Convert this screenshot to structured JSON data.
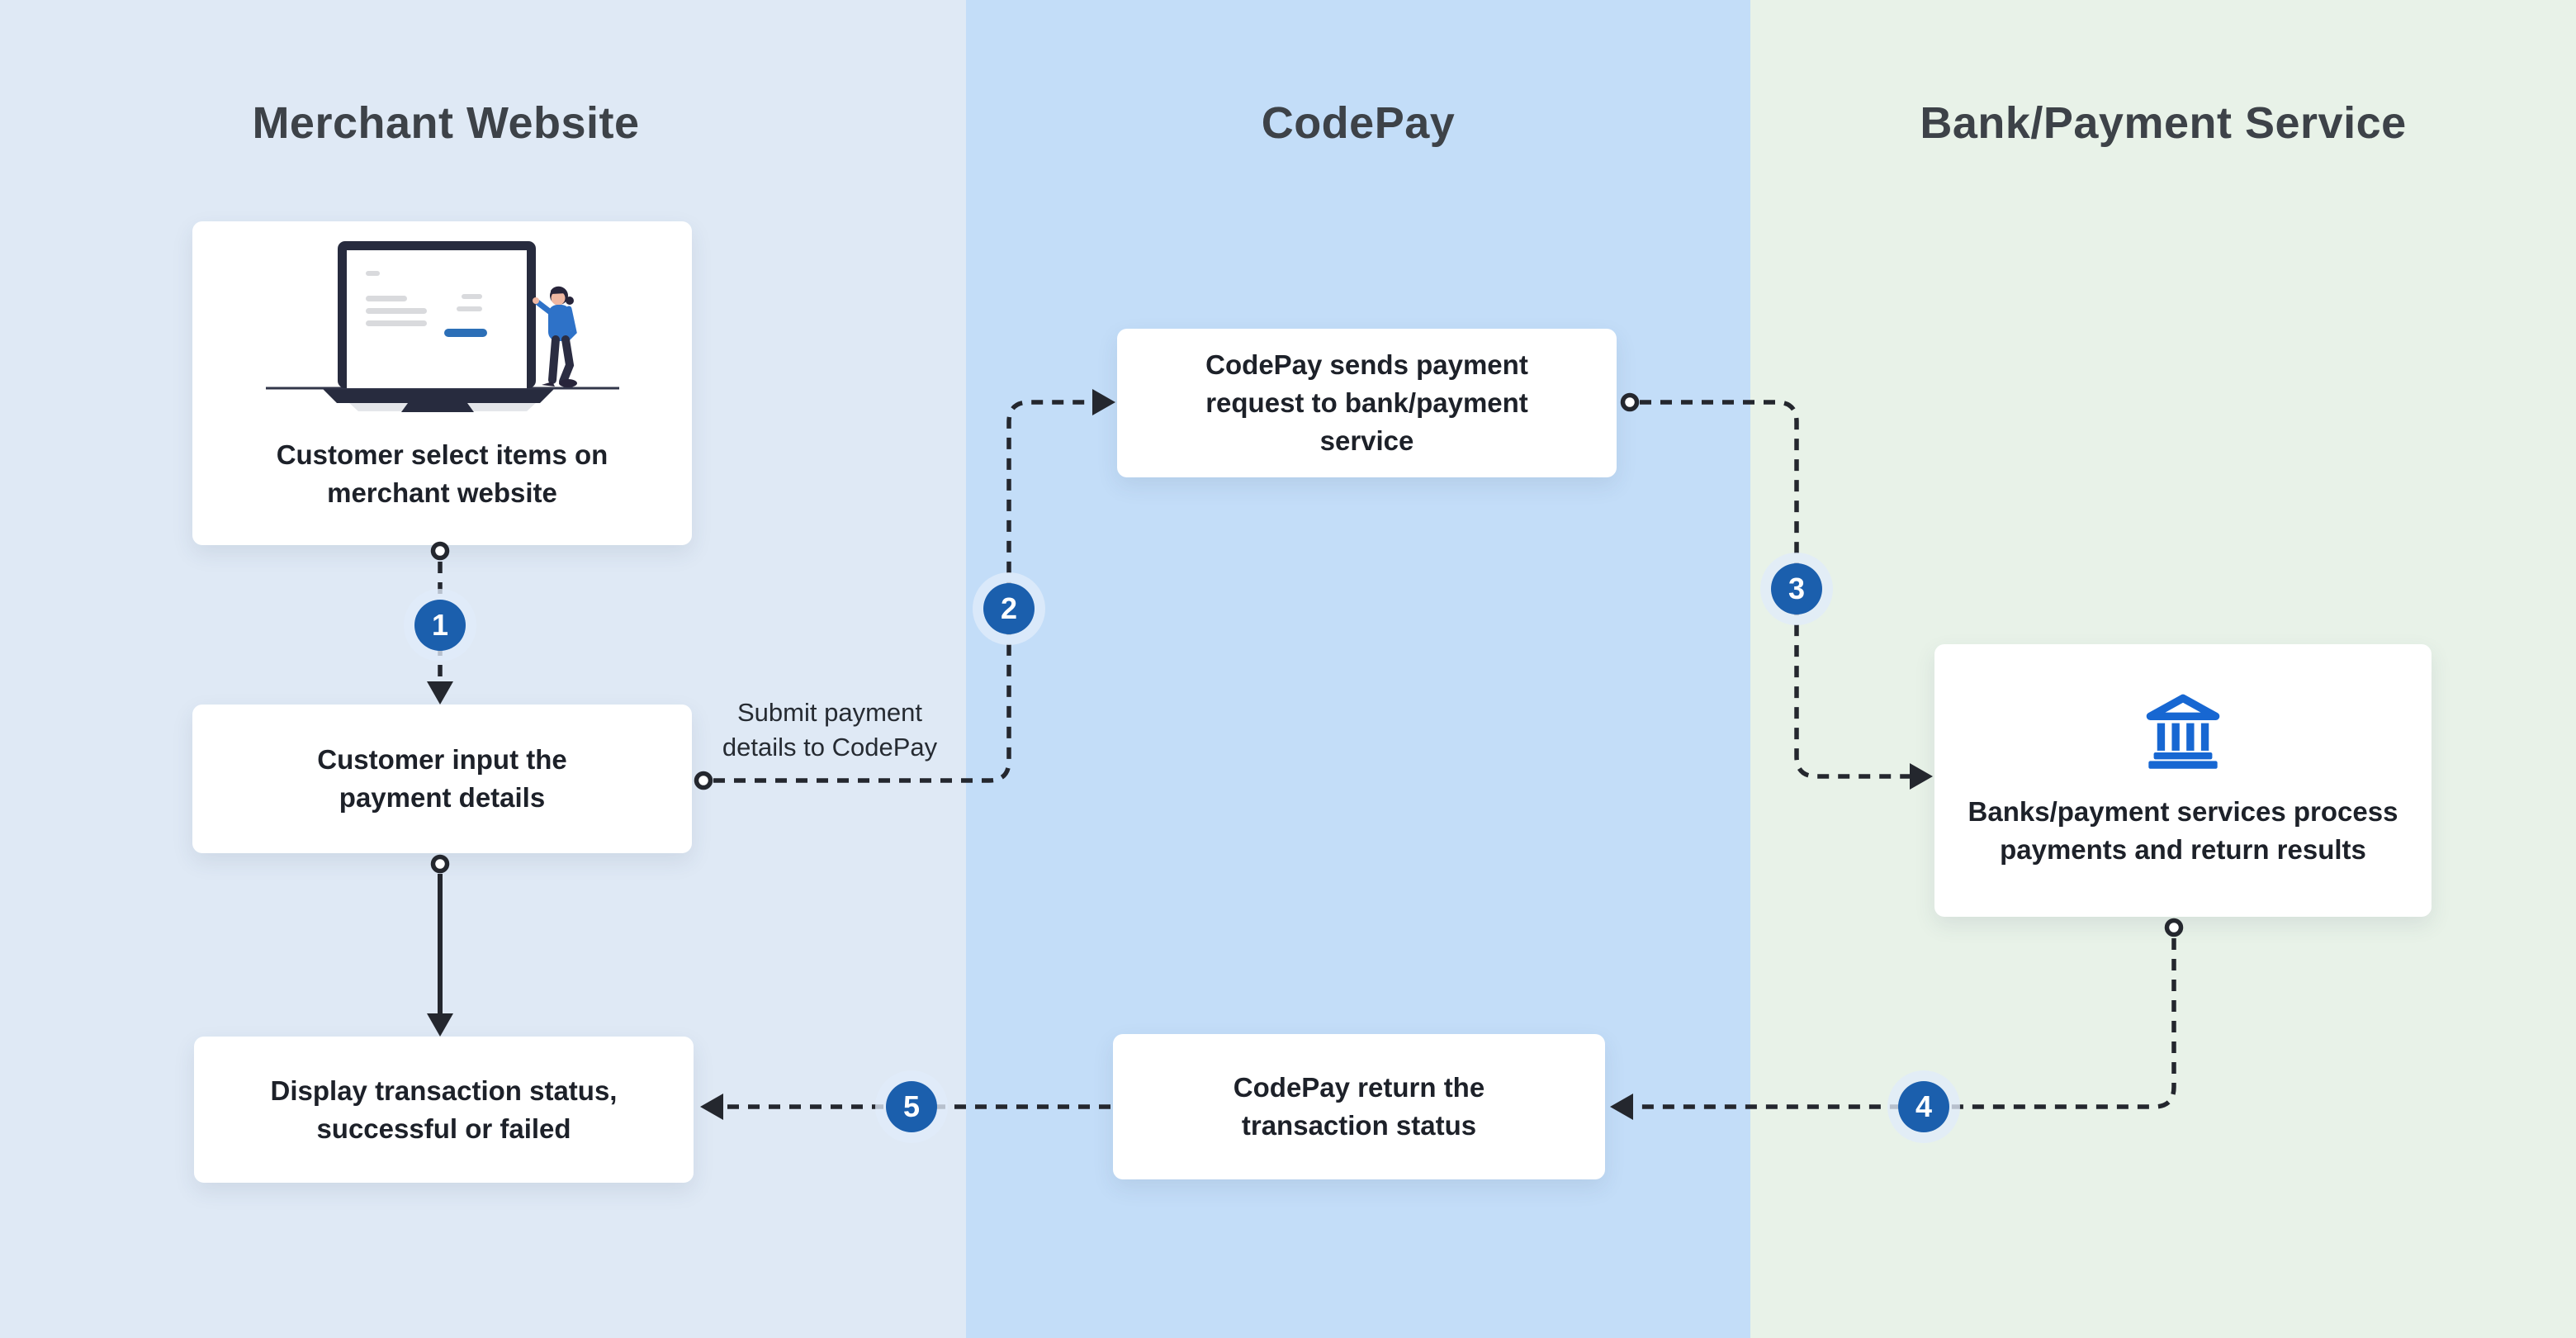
{
  "lanes": [
    {
      "title": "Merchant Website",
      "bg": "#dfe9f5"
    },
    {
      "title": "CodePay",
      "bg": "#c3ddf8"
    },
    {
      "title": "Bank/Payment Service",
      "bg": "#e8f2e8"
    }
  ],
  "nodes": {
    "select": {
      "label": "Customer select items on merchant website",
      "icon": "laptop-shopper-illustration"
    },
    "input": {
      "label": "Customer input the payment details"
    },
    "send": {
      "label": "CodePay sends payment request to bank/payment service"
    },
    "bank": {
      "label": "Banks/payment services process payments and return results",
      "icon": "bank-icon"
    },
    "return": {
      "label": "CodePay return the transaction status"
    },
    "display": {
      "label": "Display transaction status, successful or failed"
    }
  },
  "edges": {
    "submit_label": "Submit payment details to CodePay",
    "steps": [
      "1",
      "2",
      "3",
      "4",
      "5"
    ]
  },
  "colors": {
    "lane_merchant": "#dfe9f5",
    "lane_codepay": "#c3ddf8",
    "lane_bank": "#e8f2e8",
    "node_bg": "#ffffff",
    "badge_blue": "#1b5fad",
    "arrow_dark": "#24272e",
    "bank_icon_blue": "#1767d2",
    "illustration_blue": "#2e72c8",
    "title_gray": "#3d4248"
  }
}
